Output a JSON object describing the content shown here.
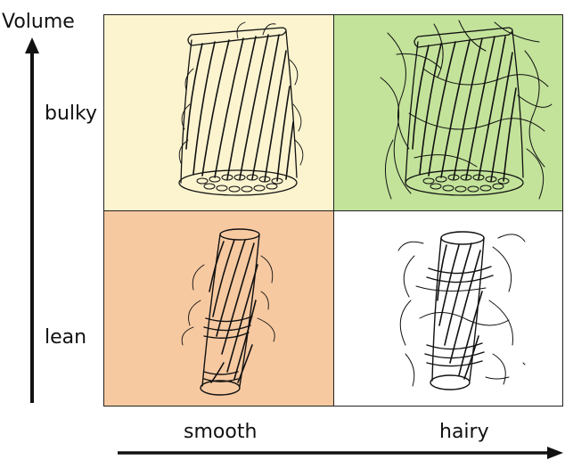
{
  "axes": {
    "y_title": "Volume",
    "y_top": "bulky",
    "y_bottom": "lean",
    "x_left": "smooth",
    "x_right": "hairy"
  },
  "cells": [
    {
      "id": "bulky-smooth",
      "fill": "#fbf4cf"
    },
    {
      "id": "bulky-hairy",
      "fill": "#c3e39a"
    },
    {
      "id": "lean-smooth",
      "fill": "#f7c9a1"
    },
    {
      "id": "lean-hairy",
      "fill": "#ffffff"
    }
  ],
  "colors": {
    "ink": "#111111",
    "border": "#222222"
  }
}
